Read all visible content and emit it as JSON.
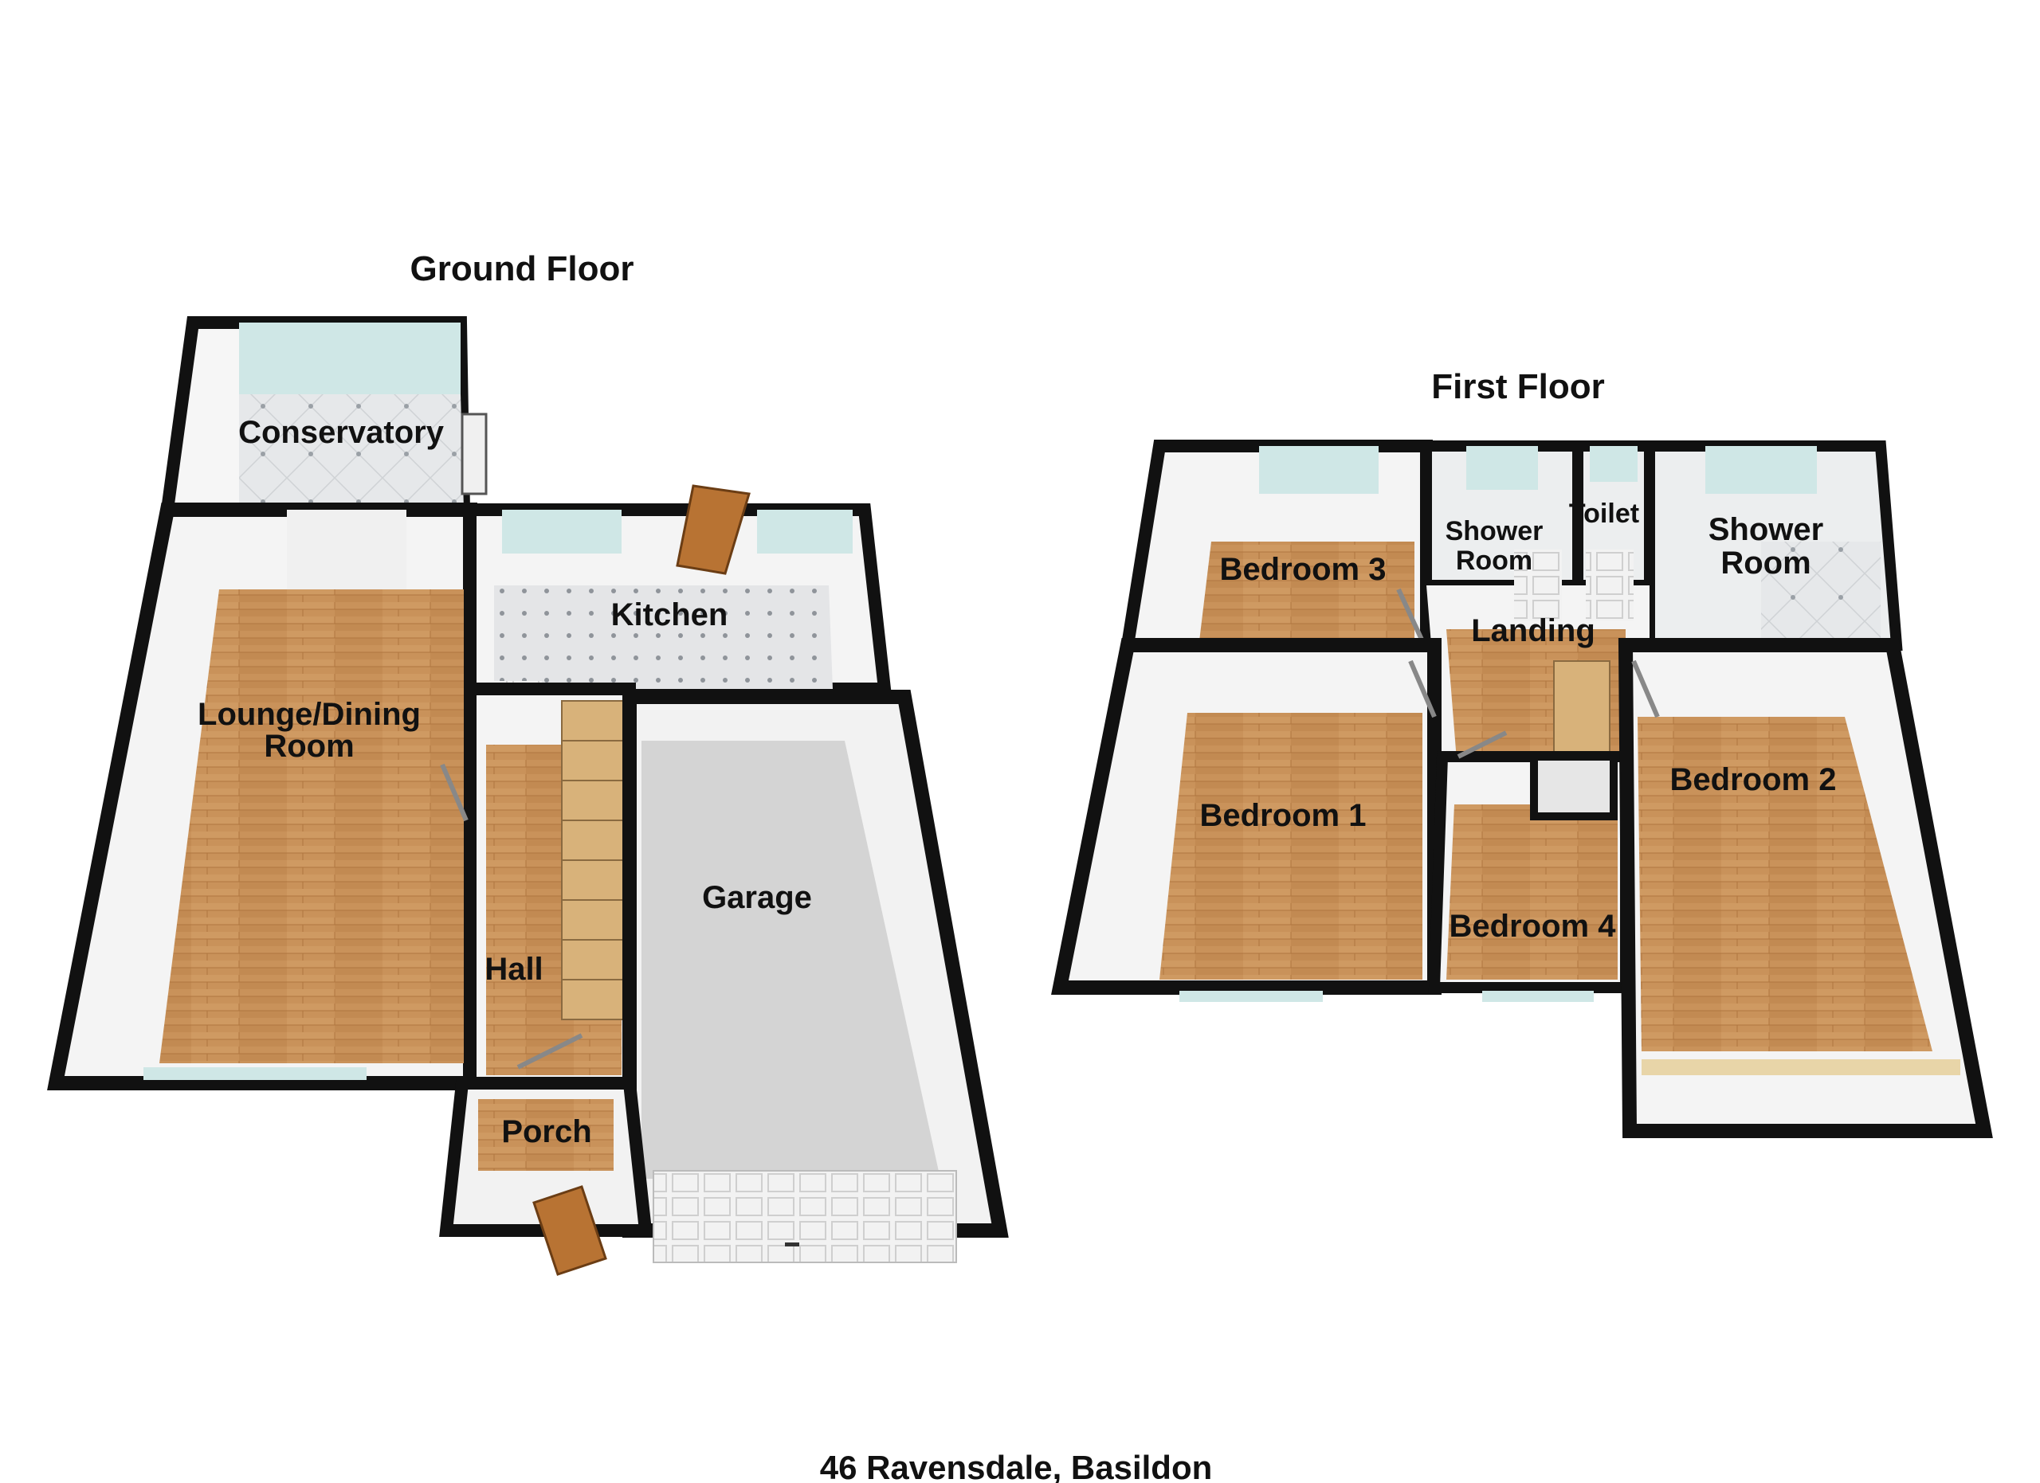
{
  "ground_floor": {
    "title": "Ground Floor",
    "rooms": {
      "conservatory": "Conservatory",
      "lounge_line1": "Lounge/Dining",
      "lounge_line2": "Room",
      "kitchen": "Kitchen",
      "hall": "Hall",
      "garage": "Garage",
      "porch": "Porch"
    }
  },
  "first_floor": {
    "title": "First Floor",
    "rooms": {
      "bedroom1": "Bedroom 1",
      "bedroom2": "Bedroom 2",
      "bedroom3": "Bedroom 3",
      "bedroom4": "Bedroom 4",
      "shower_room_a_line1": "Shower",
      "shower_room_a_line2": "Room",
      "toilet": "Toilet",
      "shower_room_b_line1": "Shower",
      "shower_room_b_line2": "Room",
      "landing": "Landing"
    }
  },
  "address": "46 Ravensdale, Basildon",
  "colors": {
    "wall": "#111111",
    "wood_floor": "#c9925a",
    "wood_dark": "#b57a44",
    "tile_floor": "#e4e6e8",
    "garage_floor": "#d4d4d4",
    "inner_wall": "#f4f4f4",
    "door": "#b87333",
    "window": "#cfe7e6"
  }
}
